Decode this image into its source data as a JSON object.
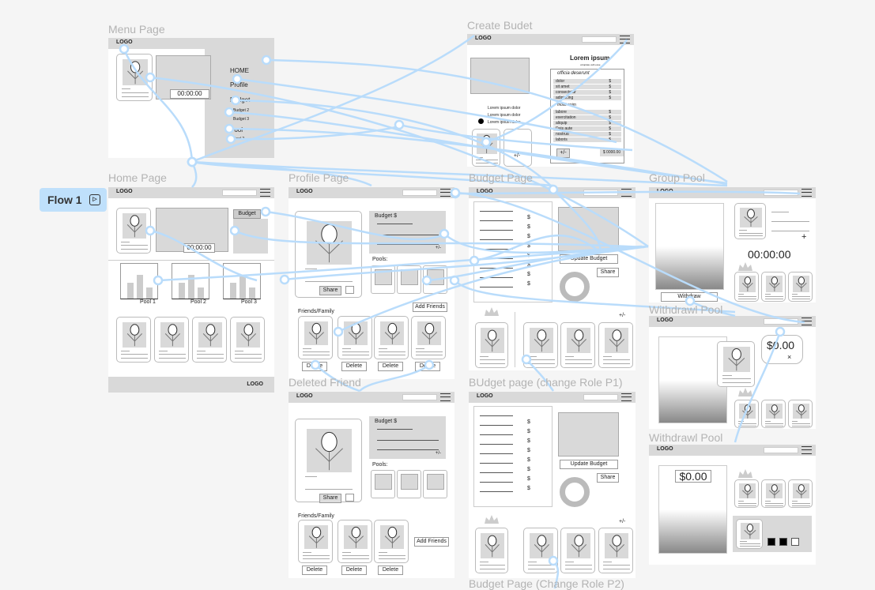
{
  "flow": {
    "label": "Flow 1",
    "icon": "play-icon"
  },
  "frames": {
    "menu": "Menu Page",
    "create": "Create Budet",
    "home": "Home Page",
    "profile": "Profile Page",
    "budget": "Budget Page",
    "group": "Group Pool",
    "withdraw1": "Withdrawl Pool",
    "withdraw2": "Withdrawl Pool",
    "deleted": "Deleted Friend",
    "role1": "BUdget page (change Role P1)",
    "role2": "Budget Page (Change Role P2)"
  },
  "common": {
    "logo": "LOGO",
    "timer": "00:00:00",
    "share": "Share",
    "budget_dollar": "Budget $",
    "plusminus": "+/-",
    "pools": "Pools:",
    "add_friends": "Add Friends",
    "friends": "Friends/Family",
    "delete": "Delete",
    "update_budget": "Update Budget",
    "withdraw": "Withdraw",
    "amount": "$0.00",
    "close": "×",
    "plus": "+"
  },
  "menu": {
    "items": [
      "HOME",
      "Profile",
      "Budget",
      "Budget 2",
      "Budget 3",
      "Pool",
      "Pool 2"
    ]
  },
  "home": {
    "budget_btn": "Budget",
    "pools": [
      "Pool 1",
      "Pool 2",
      "Pool 3"
    ]
  },
  "create": {
    "title": "Lorem ipsum",
    "subtitle": "voluptate velit esse",
    "section1": "officia deserunt",
    "rows1": [
      "dolor",
      "sit amet",
      "consectetur",
      "adipiscing"
    ],
    "section2": "mollit anim",
    "rows2": [
      "labore",
      "exercitation",
      "aliquip",
      "Duis aute",
      "nostrud",
      "laboris"
    ],
    "currency": "$",
    "options": [
      "Lorem ipsum dolor",
      "Lorem ipsum dolor",
      "Lorem ipsum dolor"
    ],
    "total": "$ 0000.00"
  },
  "colors": {
    "wire": "#b9dcfb",
    "header": "#d9d9d9",
    "canvas": "#f5f5f5"
  }
}
